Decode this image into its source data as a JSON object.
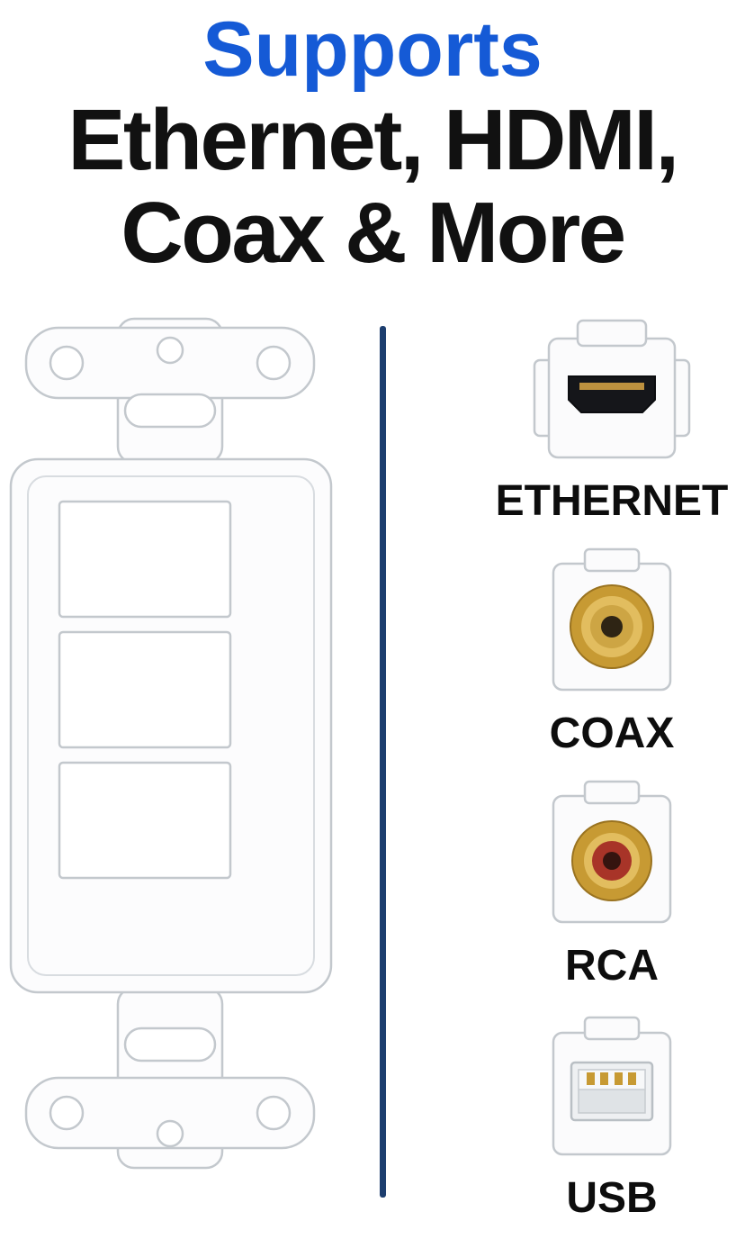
{
  "header": {
    "title": "Supports",
    "title_color": "#155ad6",
    "subtitle_lines": [
      "Ethernet, HDMI,",
      "Coax & More"
    ],
    "subtitle_color": "#111111"
  },
  "left_panel": {
    "illustration": "three-port-decora-wall-plate-insert",
    "keystone_openings": 3
  },
  "divider": {
    "color": "#1d3e6f"
  },
  "connectors": [
    {
      "label": "ETHERNET",
      "icon": "hdmi-keystone-icon"
    },
    {
      "label": "COAX",
      "icon": "coax-keystone-icon"
    },
    {
      "label": "RCA",
      "icon": "rca-keystone-icon"
    },
    {
      "label": "USB",
      "icon": "usb-keystone-icon"
    }
  ],
  "label_color": "#0d0d0d"
}
